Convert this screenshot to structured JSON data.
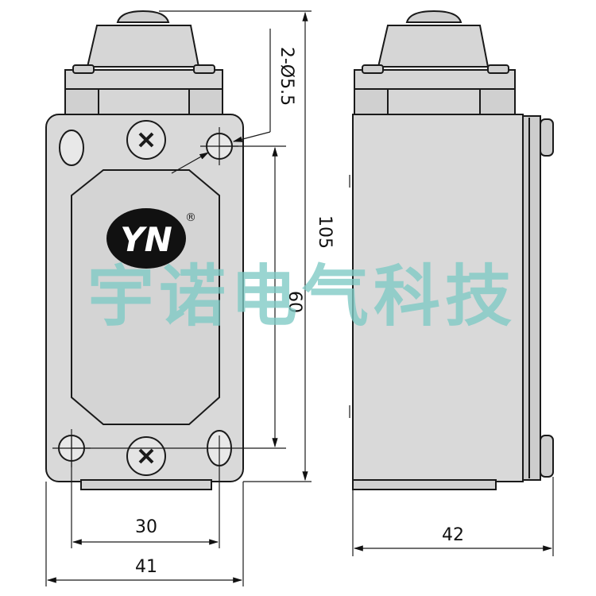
{
  "diagram": {
    "dimensions": {
      "height_total": "105",
      "hole_spacing_vertical": "60",
      "hole_spacing_horizontal": "30",
      "width_front": "41",
      "width_side": "42",
      "mounting_holes": "2-Ø5.5"
    },
    "logo": {
      "text": "YN",
      "mark": "®"
    },
    "watermark": "宇诺电气科技",
    "colors": {
      "body": "#d9d9d9",
      "body_dark": "#c8c8c8",
      "outline": "#1a1a1a",
      "logo_bg": "#111111",
      "watermark": "#7ec9c4"
    }
  }
}
